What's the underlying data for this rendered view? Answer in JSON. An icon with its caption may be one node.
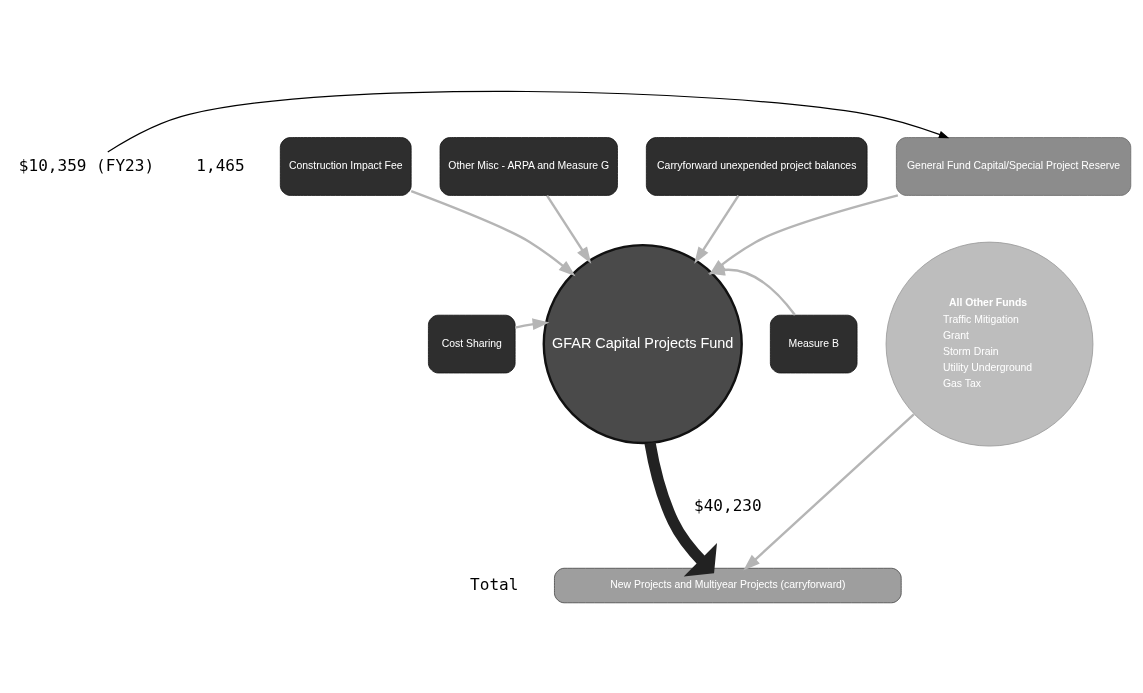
{
  "diagram": {
    "nodes": [
      {
        "text": [
          "Construction Impact Fee"
        ]
      },
      {
        "text": [
          "Other Misc - ARPA and Measure G"
        ]
      },
      {
        "text": [
          "Carryforward unexpended project balances"
        ]
      },
      {
        "text": [
          "General Fund Capital/Special Project Reserve"
        ]
      },
      {
        "text": [
          "Cost Sharing"
        ]
      },
      {
        "text": [
          "GFAR Capital Projects Fund"
        ]
      },
      {
        "text": [
          "Measure B"
        ]
      },
      {
        "text": [
          "All Other Funds",
          "Traffic Mitigation",
          "Grant",
          "Storm Drain",
          "Utility Underground",
          "Gas Tax"
        ]
      },
      {
        "text": [
          "New Projects and Multiyear Projects (carryforward)"
        ]
      },
      {
        "text": [
          "$10,359 (FY23)"
        ]
      }
    ],
    "edges": [
      {
        "from": 0,
        "to": 5,
        "arrow": "to"
      },
      {
        "from": 1,
        "to": 5,
        "arrow": "to"
      },
      {
        "from": 2,
        "to": 5,
        "arrow": "to"
      },
      {
        "from": 3,
        "to": 5,
        "arrow": "to"
      },
      {
        "from": 4,
        "to": 5,
        "arrow": "to"
      },
      {
        "from": 6,
        "to": 5,
        "arrow": "to"
      },
      {
        "from": 5,
        "to": 8,
        "arrow": "to",
        "style": "thick",
        "color": "#222222"
      },
      {
        "from": 7,
        "to": 8,
        "arrow": "to"
      },
      {
        "from": 9,
        "to": 3,
        "arrow": "to",
        "color": "#000000"
      }
    ],
    "labels": [
      "1,465",
      "$40,230",
      "Total"
    ]
  }
}
